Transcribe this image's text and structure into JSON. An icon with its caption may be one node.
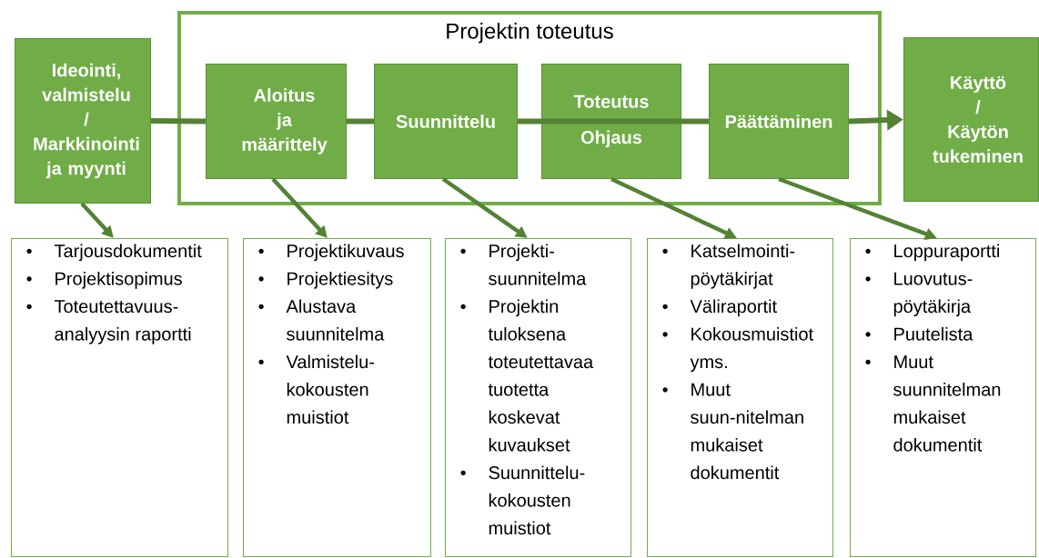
{
  "diagram": {
    "nodes": [
      {
        "text": [
          "Ideointi, valmistelu / Markkinointi ja myynti"
        ]
      },
      {
        "text": [
          "Projektin toteutus"
        ]
      },
      {
        "text": [
          "Aloitus ja määrittely"
        ],
        "in": 1
      },
      {
        "text": [
          "Suunnittelu"
        ],
        "in": 1
      },
      {
        "text": [
          "Toteutus",
          "Ohjaus"
        ],
        "in": 1
      },
      {
        "text": [
          "Päättäminen"
        ],
        "in": 1
      },
      {
        "text": [
          "Käyttö / Käytön tukeminen"
        ]
      },
      {
        "text": [
          "Tarjousdokumentit",
          "Projektisopimus",
          "Toteutettavuus-analyysin raportti"
        ]
      },
      {
        "text": [
          "Projektikuvaus",
          "Projektiesitys",
          "Alustava suunnitelma",
          "Valmistelu-kokousten muistiot"
        ]
      },
      {
        "text": [
          "Projekti-suunnitelma",
          "Projektin tuloksena toteutettavaa tuotetta koskevat kuvaukset",
          "Suunnittelu-kokousten muistiot"
        ]
      },
      {
        "text": [
          "Katselmointi-pöytäkirjat",
          "Väliraportit",
          "Kokousmuistiot yms.",
          "Muut suun-nitelman mukaiset dokumentit"
        ]
      },
      {
        "text": [
          "Loppuraportti",
          "Luovutus-pöytäkirja",
          "Puutelista",
          "Muut suunnitelman mukaiset dokumentit"
        ]
      }
    ],
    "edges": [
      {
        "from": 0,
        "to": 2,
        "arrow": "none"
      },
      {
        "from": 2,
        "to": 3,
        "arrow": "none"
      },
      {
        "from": 3,
        "to": 4,
        "arrow": "none"
      },
      {
        "from": 4,
        "to": 5,
        "arrow": "none"
      },
      {
        "from": 5,
        "to": 6,
        "arrow": "to"
      },
      {
        "from": 0,
        "to": 7,
        "arrow": "to"
      },
      {
        "from": 2,
        "to": 8,
        "arrow": "to"
      },
      {
        "from": 3,
        "to": 9,
        "arrow": "to"
      },
      {
        "from": 4,
        "to": 10,
        "arrow": "to"
      },
      {
        "from": 5,
        "to": 11,
        "arrow": "to"
      }
    ]
  }
}
